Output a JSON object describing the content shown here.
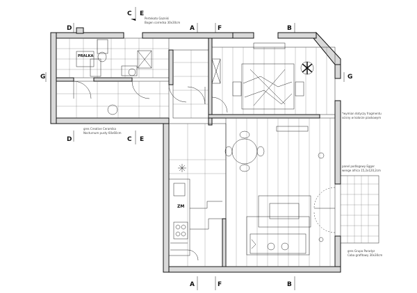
{
  "markers": {
    "A": "A",
    "B": "B",
    "C": "C",
    "D": "D",
    "E": "E",
    "F": "F",
    "G": "G"
  },
  "labels": {
    "tiles_top_1": "Pertekoto Gazniki",
    "tiles_top_2": "Bogen corredsa 30x30cm",
    "pralka": "PRALKA",
    "tiles_left_1": "gres Creative Ceramika",
    "tiles_left_2": "Nocturnum pusty 60x60cm",
    "bedroom_note_1": "*wymian dotyczy fragmentu",
    "bedroom_note_2": "scisny w kolorze piaskowym",
    "balcony_1": "panel podlogowy Egger",
    "balcony_2": "wenge africa 15,2x120,2cm",
    "terrace_1": "gres Grupa Paradyz",
    "terrace_2": "Coba grafitowy 30x30cm",
    "zm": "ZM"
  }
}
